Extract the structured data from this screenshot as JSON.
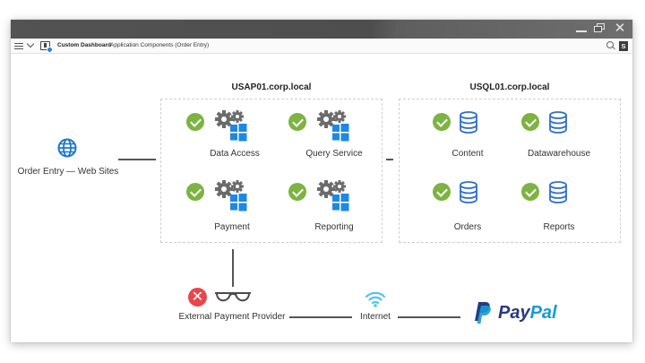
{
  "window": {
    "controls": [
      "minimize-icon",
      "restore-icon",
      "close-icon"
    ],
    "close_glyph": "✕"
  },
  "toolbar": {
    "dashboard_name": "Custom Dashboard",
    "subtitle": "Application Components (Order Entry)",
    "s_badge": "S",
    "icons": [
      "menu-icon",
      "chevron-down-icon",
      "dashboard-icon",
      "search-icon"
    ]
  },
  "diagram": {
    "source": {
      "label": "Order Entry — Web Sites",
      "icon": "globe-icon"
    },
    "app_server": {
      "title": "USAP01.corp.local",
      "components": [
        {
          "label": "Data Access",
          "status": "ok",
          "icon": "gears-windows-icon"
        },
        {
          "label": "Query Service",
          "status": "ok",
          "icon": "gears-windows-icon"
        },
        {
          "label": "Payment",
          "status": "ok",
          "icon": "gears-windows-icon"
        },
        {
          "label": "Reporting",
          "status": "ok",
          "icon": "gears-windows-icon"
        }
      ]
    },
    "db_server": {
      "title": "USQL01.corp.local",
      "components": [
        {
          "label": "Content",
          "status": "ok",
          "icon": "database-icon"
        },
        {
          "label": "Datawarehouse",
          "status": "ok",
          "icon": "database-icon"
        },
        {
          "label": "Orders",
          "status": "ok",
          "icon": "database-icon"
        },
        {
          "label": "Reports",
          "status": "ok",
          "icon": "database-icon"
        }
      ]
    },
    "external": {
      "label": "External Payment Provider",
      "status": "error",
      "icon": "glasses-icon",
      "status_glyph": "✕"
    },
    "internet": {
      "label": "Internet",
      "icon": "wifi-icon"
    },
    "provider": {
      "label": "PayPal",
      "icon": "paypal-logo"
    }
  },
  "colors": {
    "ok": "#7cb342",
    "error": "#e8474a",
    "gear": "#6b6b6b",
    "windows": "#1e88e5",
    "database": "#2f6fcb",
    "globe": "#1976d2",
    "paypal_dark": "#253b80",
    "paypal_light": "#179bd7"
  }
}
